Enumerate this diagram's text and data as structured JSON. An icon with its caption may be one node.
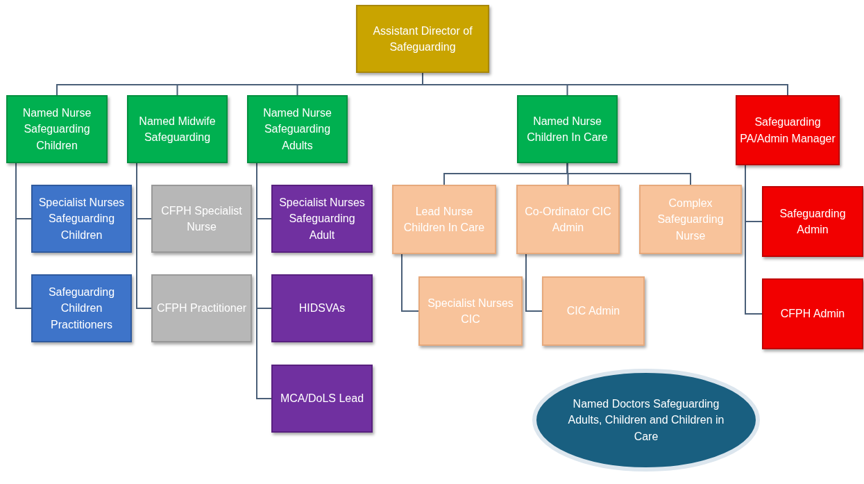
{
  "diagram": {
    "nodes": [
      {
        "text": [
          "Assistant Director of Safeguarding"
        ]
      },
      {
        "text": [
          "Named Nurse Safeguarding Children"
        ]
      },
      {
        "text": [
          "Named Midwife Safeguarding"
        ]
      },
      {
        "text": [
          "Named Nurse Safeguarding Adults"
        ]
      },
      {
        "text": [
          "Named Nurse Children In Care"
        ]
      },
      {
        "text": [
          "Safeguarding PA/Admin Manager"
        ]
      },
      {
        "text": [
          "Specialist Nurses Safeguarding Children"
        ]
      },
      {
        "text": [
          "CFPH Specialist Nurse"
        ]
      },
      {
        "text": [
          "Specialist Nurses Safeguarding Adult"
        ]
      },
      {
        "text": [
          "Lead Nurse Children In Care"
        ]
      },
      {
        "text": [
          "Co-Ordinator CIC Admin"
        ]
      },
      {
        "text": [
          "Complex Safeguarding Nurse"
        ]
      },
      {
        "text": [
          "Safeguarding Admin"
        ]
      },
      {
        "text": [
          "Safeguarding Children Practitioners"
        ]
      },
      {
        "text": [
          "CFPH Practitioner"
        ]
      },
      {
        "text": [
          "HIDSVAs"
        ]
      },
      {
        "text": [
          "Specialist Nurses CIC"
        ]
      },
      {
        "text": [
          "CIC Admin"
        ]
      },
      {
        "text": [
          "CFPH Admin"
        ]
      },
      {
        "text": [
          "MCA/DoLS Lead"
        ]
      },
      {
        "text": [
          "Named Doctors Safeguarding Adults, Children and Children in Care"
        ]
      }
    ],
    "edges": [
      {
        "from": 0,
        "to": 1,
        "arrow": "none"
      },
      {
        "from": 0,
        "to": 2,
        "arrow": "none"
      },
      {
        "from": 0,
        "to": 3,
        "arrow": "none"
      },
      {
        "from": 0,
        "to": 4,
        "arrow": "none"
      },
      {
        "from": 0,
        "to": 5,
        "arrow": "none"
      },
      {
        "from": 1,
        "to": 6,
        "arrow": "none"
      },
      {
        "from": 1,
        "to": 13,
        "arrow": "none"
      },
      {
        "from": 2,
        "to": 7,
        "arrow": "none"
      },
      {
        "from": 2,
        "to": 14,
        "arrow": "none"
      },
      {
        "from": 3,
        "to": 8,
        "arrow": "none"
      },
      {
        "from": 3,
        "to": 15,
        "arrow": "none"
      },
      {
        "from": 3,
        "to": 19,
        "arrow": "none"
      },
      {
        "from": 4,
        "to": 9,
        "arrow": "none"
      },
      {
        "from": 4,
        "to": 10,
        "arrow": "none"
      },
      {
        "from": 4,
        "to": 11,
        "arrow": "none"
      },
      {
        "from": 5,
        "to": 12,
        "arrow": "none"
      },
      {
        "from": 5,
        "to": 18,
        "arrow": "none"
      },
      {
        "from": 9,
        "to": 16,
        "arrow": "none"
      },
      {
        "from": 10,
        "to": 17,
        "arrow": "none"
      }
    ]
  }
}
